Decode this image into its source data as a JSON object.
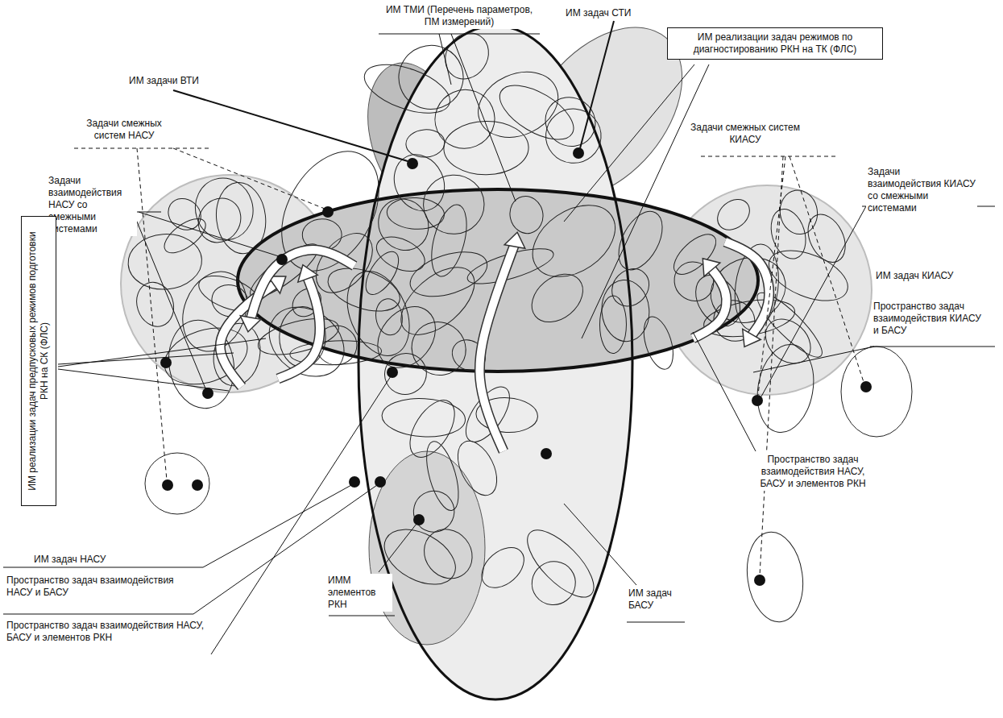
{
  "diagram": {
    "nodes": [
      {
        "text": [
          "ИМ реализации задач режимов по диагностированию РКН на ТК (ФЛС)"
        ]
      },
      {
        "text": [
          "ИМ реализации задач предпусковых режимов подготовки РКН на СК (ФЛС)"
        ]
      }
    ],
    "labels": [
      "ИМ ТМИ (Перечень параметров, ПМ измерений)",
      "ИМ задач СТИ",
      "ИМ задачи ВТИ",
      "Задачи смежных систем НАСУ",
      "Задачи смежных систем КИАСУ",
      "Задачи взаимодействия НАСУ со смежными системами",
      "Задачи взаимодействия КИАСУ со смежными системами",
      "ИМ задач КИАСУ",
      "Пространство задач взаимодействия КИАСУ и БАСУ",
      "Пространство задач взаимодействия НАСУ, БАСУ и элементов РКН",
      "ИМ задач НАСУ",
      "Пространство задач взаимодействия НАСУ и БАСУ",
      "Пространство задач взаимодействия НАСУ, БАСУ и элементов РКН",
      "ИММ элементов РКН",
      "ИМ задач БАСУ"
    ]
  }
}
